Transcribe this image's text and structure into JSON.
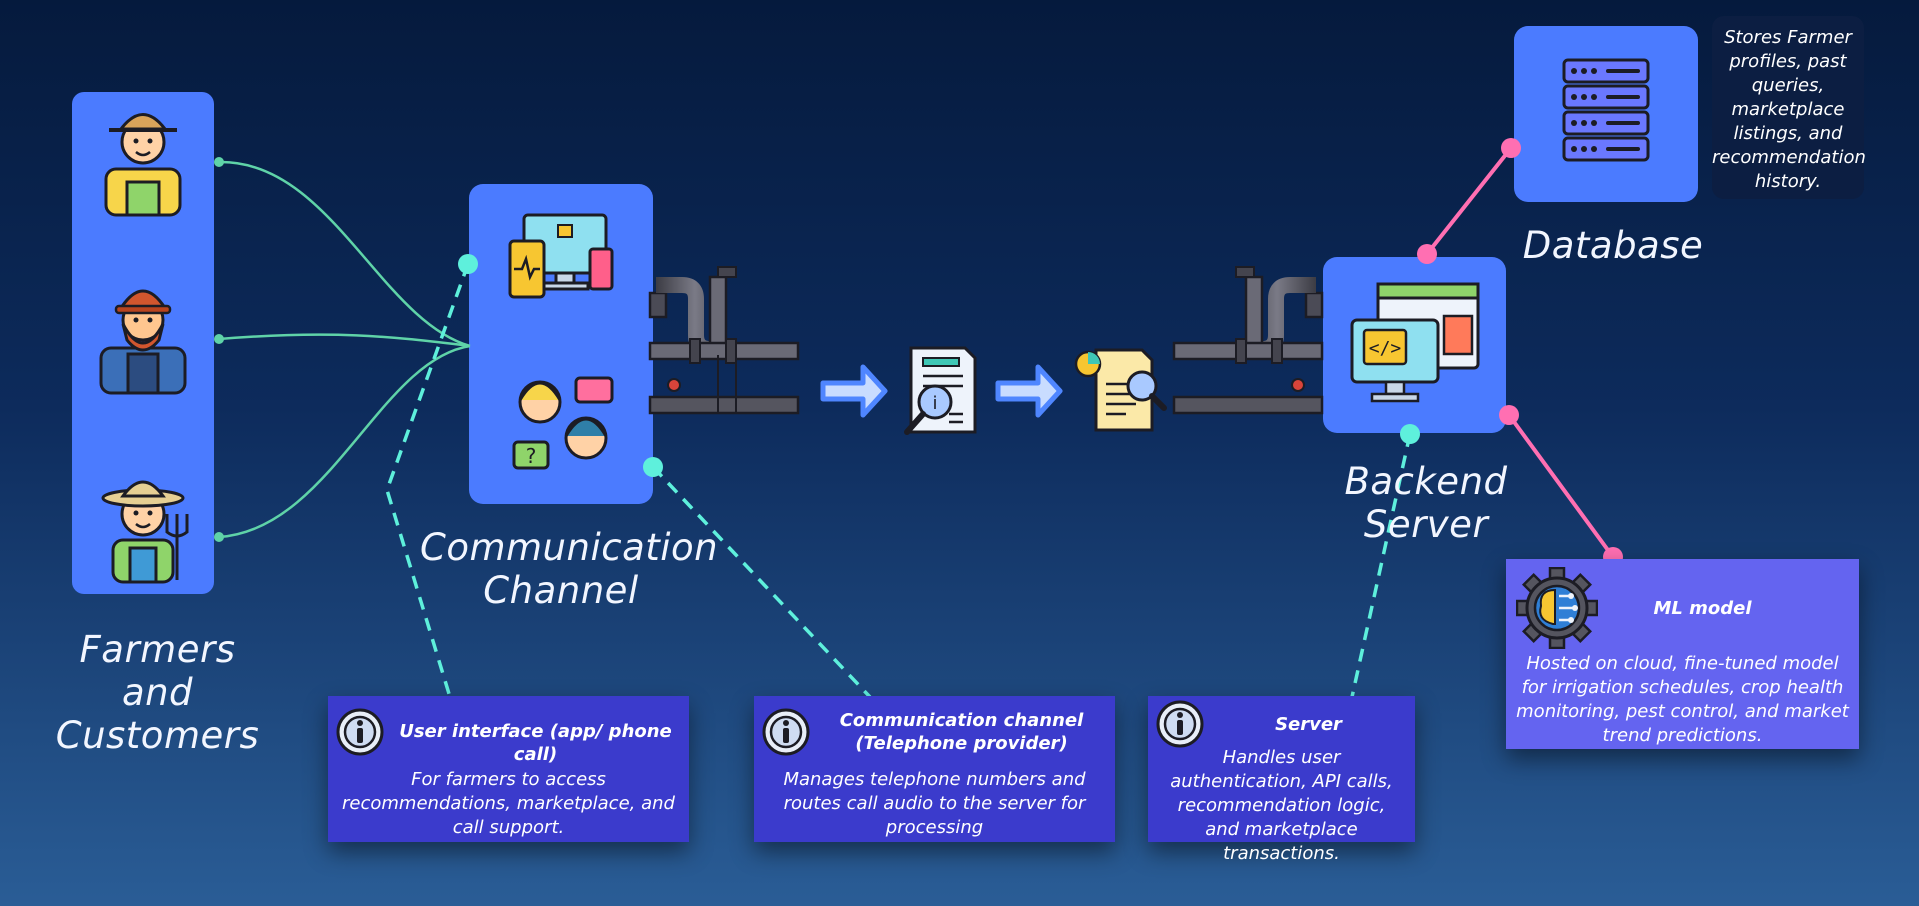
{
  "labels": {
    "farmers": [
      "Farmers and",
      "Customers"
    ],
    "channel": [
      "Communication",
      "Channel"
    ],
    "backend": "Backend Server",
    "database": "Database"
  },
  "database_note": "Stores Farmer profiles, past queries, marketplace listings, and recommendation history.",
  "cards": {
    "ui": {
      "title": "User interface (app/ phone call)",
      "desc": "For farmers to access recommendations, marketplace, and call support."
    },
    "comm": {
      "title": [
        "Communication channel",
        "(Telephone provider)"
      ],
      "desc": "Manages telephone numbers and routes call audio to the server for processing"
    },
    "server": {
      "title": "Server",
      "desc": "Handles user authentication, API calls, recommendation logic, and marketplace transactions."
    },
    "ml": {
      "title": "ML model",
      "desc": "Hosted on cloud, fine-tuned model for irrigation schedules, crop health monitoring, pest control, and market trend predictions."
    }
  },
  "colors": {
    "panel": "#4b7bff",
    "card": "#3b3bcc",
    "ml_card": "#6464f0",
    "dashed_connector": "#5ef0dc",
    "farmer_curves": "#5fd3a8",
    "pink_connector": "#ff6fb2",
    "pipe": "#55555f",
    "arrow": "#7aa6ff"
  },
  "icons": [
    "farmer-hat-icon",
    "farmer-beard-icon",
    "farmer-pitchfork-icon",
    "devices-icon",
    "support-agents-icon",
    "pipe-icon",
    "arrow-right-icon",
    "document-search-icon",
    "report-search-icon",
    "server-rack-icon",
    "code-monitor-icon",
    "brain-gear-icon",
    "info-icon"
  ]
}
